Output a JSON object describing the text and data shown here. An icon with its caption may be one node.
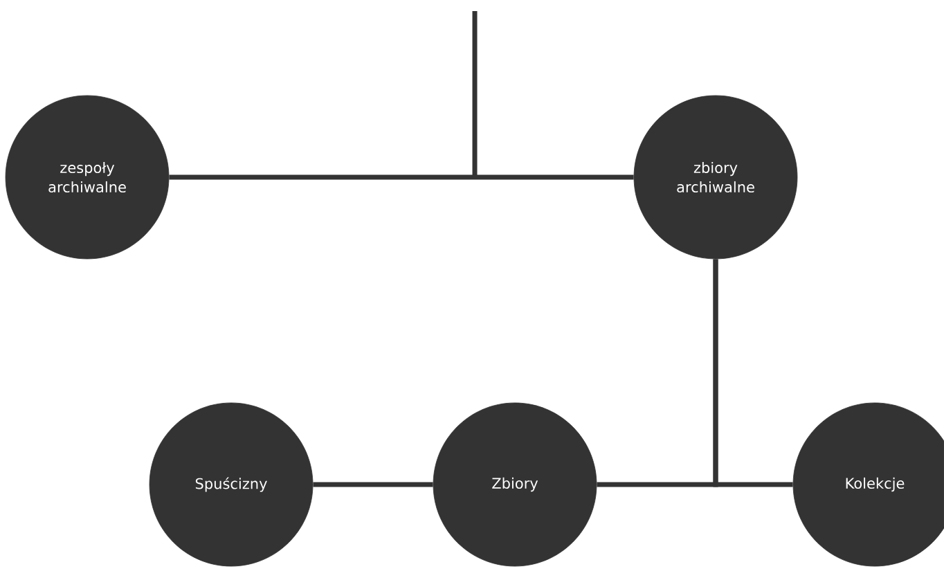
{
  "diagram": {
    "nodes": [
      {
        "text": [
          "zespoły archiwalne"
        ]
      },
      {
        "text": [
          "zbiory archiwalne"
        ]
      },
      {
        "text": [
          "Spuścizny"
        ]
      },
      {
        "text": [
          "Zbiory"
        ]
      },
      {
        "text": [
          "Kolekcje"
        ]
      }
    ],
    "edges": [
      {
        "from": 0,
        "to": 1,
        "arrow": "none"
      },
      {
        "from": 1,
        "to": 3,
        "arrow": "none"
      },
      {
        "from": 1,
        "to": 4,
        "arrow": "none"
      },
      {
        "from": 2,
        "to": 3,
        "arrow": "none"
      }
    ]
  }
}
